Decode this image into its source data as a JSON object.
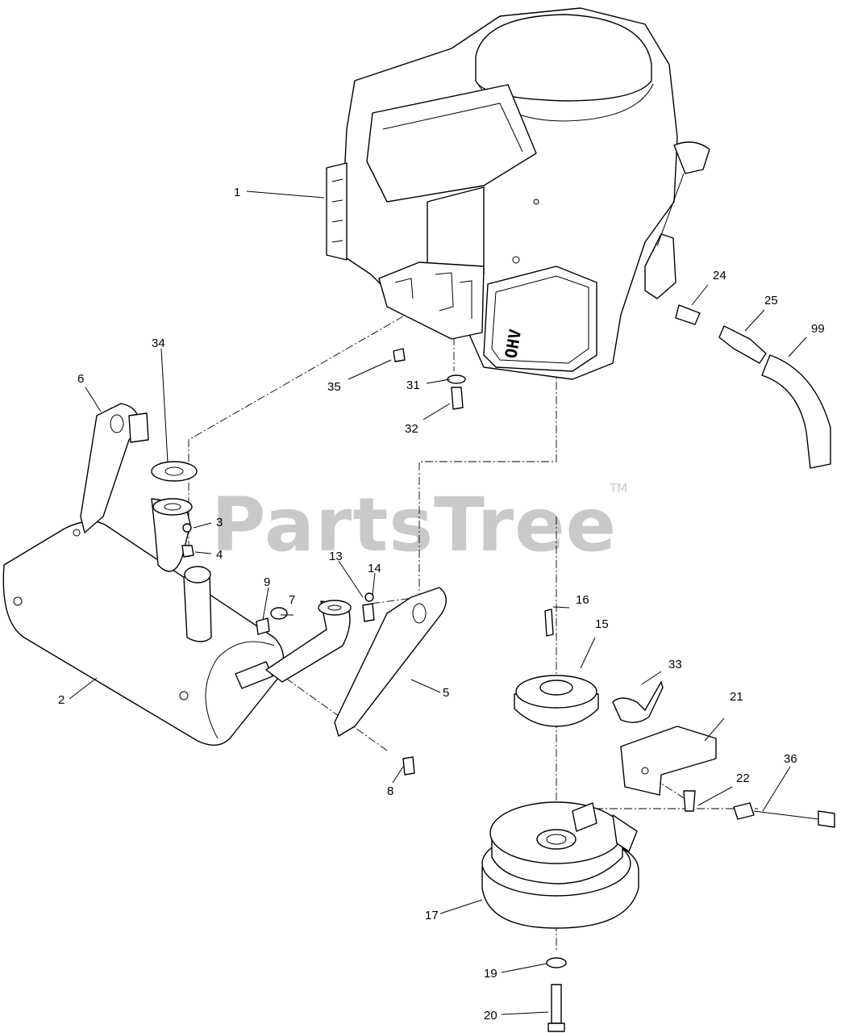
{
  "watermark": {
    "brand": "PartsTree",
    "trademark": "TM"
  },
  "engine_decal": "OHV",
  "callouts": [
    {
      "id": "1",
      "label": "1"
    },
    {
      "id": "2",
      "label": "2"
    },
    {
      "id": "3",
      "label": "3"
    },
    {
      "id": "4",
      "label": "4"
    },
    {
      "id": "5",
      "label": "5"
    },
    {
      "id": "6",
      "label": "6"
    },
    {
      "id": "7",
      "label": "7"
    },
    {
      "id": "8",
      "label": "8"
    },
    {
      "id": "9",
      "label": "9"
    },
    {
      "id": "13",
      "label": "13"
    },
    {
      "id": "14",
      "label": "14"
    },
    {
      "id": "15",
      "label": "15"
    },
    {
      "id": "16",
      "label": "16"
    },
    {
      "id": "17",
      "label": "17"
    },
    {
      "id": "19",
      "label": "19"
    },
    {
      "id": "20",
      "label": "20"
    },
    {
      "id": "21",
      "label": "21"
    },
    {
      "id": "22",
      "label": "22"
    },
    {
      "id": "24",
      "label": "24"
    },
    {
      "id": "25",
      "label": "25"
    },
    {
      "id": "31",
      "label": "31"
    },
    {
      "id": "32",
      "label": "32"
    },
    {
      "id": "33",
      "label": "33"
    },
    {
      "id": "34",
      "label": "34"
    },
    {
      "id": "35",
      "label": "35"
    },
    {
      "id": "36",
      "label": "36"
    },
    {
      "id": "99",
      "label": "99"
    }
  ]
}
